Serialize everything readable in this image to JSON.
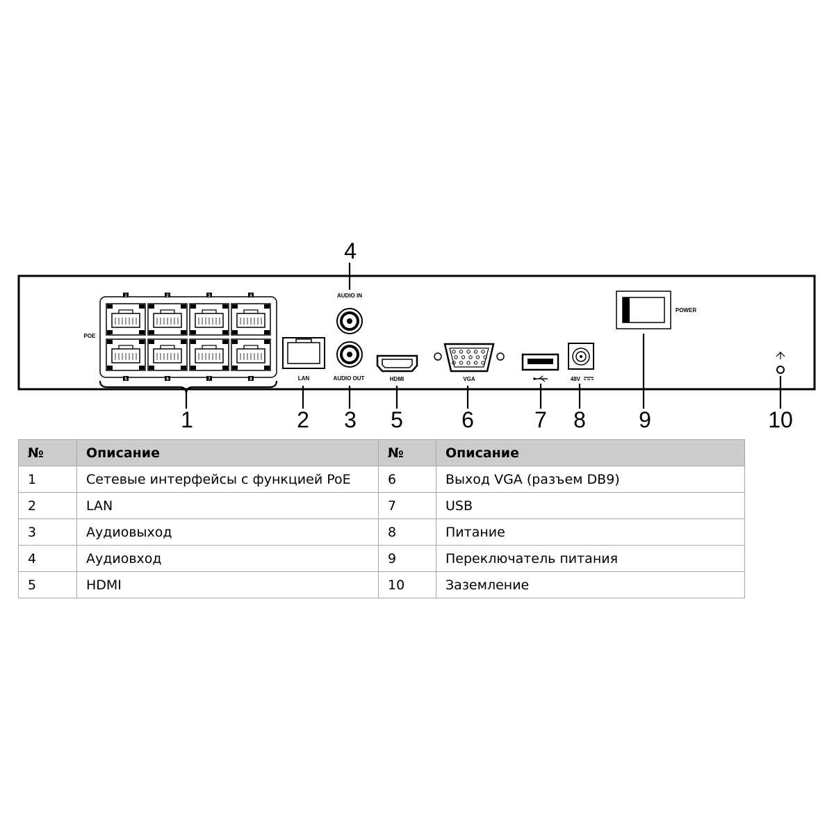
{
  "panel": {
    "port_labels": {
      "poe": "POE",
      "lan": "LAN",
      "audio_in": "AUDIO IN",
      "audio_out": "AUDIO OUT",
      "hdmi": "HDMI",
      "vga": "VGA",
      "power_input": "48V",
      "power_switch": "POWER"
    },
    "poe_port_numbers": [
      "1",
      "2",
      "3",
      "4",
      "5",
      "6",
      "7",
      "8"
    ],
    "callouts": [
      "1",
      "2",
      "3",
      "4",
      "5",
      "6",
      "7",
      "8",
      "9",
      "10"
    ],
    "icons": [
      "usb-icon",
      "ground-icon",
      "dc-power-icon"
    ]
  },
  "table": {
    "headers": [
      "№",
      "Описание",
      "№",
      "Описание"
    ],
    "rows": [
      [
        "1",
        "Сетевые интерфейсы с функцией PoE",
        "6",
        "Выход VGA (разъем DB9)"
      ],
      [
        "2",
        "LAN",
        "7",
        "USB"
      ],
      [
        "3",
        "Аудиовыход",
        "8",
        "Питание"
      ],
      [
        "4",
        "Аудиовход",
        "9",
        "Переключатель питания"
      ],
      [
        "5",
        "HDMI",
        "10",
        "Заземление"
      ]
    ]
  }
}
